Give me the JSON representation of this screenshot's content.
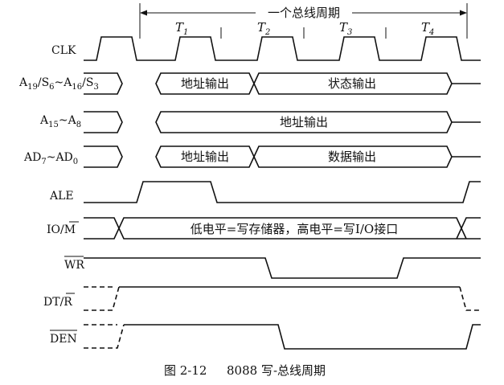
{
  "header": {
    "bus_cycle": "一个总线周期",
    "states": [
      {
        "letter": "T",
        "num": "1"
      },
      {
        "letter": "T",
        "num": "2"
      },
      {
        "letter": "T",
        "num": "3"
      },
      {
        "letter": "T",
        "num": "4"
      }
    ]
  },
  "signals": {
    "clk": "CLK",
    "a19": {
      "a": "A",
      "a_sub": "19",
      "s6": "/S",
      "s6_sub": "6",
      "tilde": "~A",
      "a16_sub": "16",
      "s3": "/S",
      "s3_sub": "3"
    },
    "a15": {
      "a": "A",
      "a_sub": "15",
      "tilde": "~A",
      "a8_sub": "8"
    },
    "ad": {
      "a": "AD",
      "a_sub": "7",
      "tilde": "~AD",
      "a0_sub": "0"
    },
    "ale": "ALE",
    "io": {
      "io": "IO/",
      "m": "M"
    },
    "wr": "WR",
    "dtr": {
      "dt": "DT/",
      "r": "R"
    },
    "den": "DEN"
  },
  "regions": {
    "a19_addr": "地址输出",
    "a19_status": "状态输出",
    "a15_addr": "地址输出",
    "ad_addr": "地址输出",
    "ad_data": "数据输出",
    "io_text": "低电平=写存储器，高电平=写I/O接口"
  },
  "caption": {
    "figure_no": "图 2-12",
    "title": "8088 写-总线周期"
  }
}
